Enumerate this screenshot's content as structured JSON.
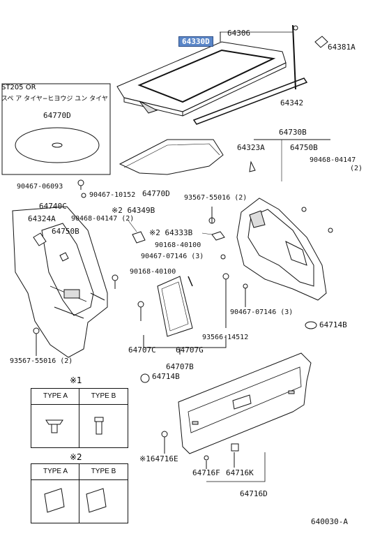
{
  "labels": {
    "p64306": "64306",
    "p64330D": "64330D",
    "p64381A": "64381A",
    "p64342": "64342",
    "p64770D_a": "64770D",
    "p64770D_b": "64770D",
    "p90467_06093": "90467-06093",
    "p90467_10152": "90467-10152",
    "p64740C": "64740C",
    "p64324A": "64324A",
    "p90468_04147_2a": "90468-04147 (2)",
    "p64750B_a": "64750B",
    "p64349B": "※2 64349B",
    "p64333B": "※2 64333B",
    "p90168_40100_a": "90168-40100",
    "p90467_07146_3a": "90467-07146 (3)",
    "p90168_40100_b": "90168-40100",
    "p93567_55016_2a": "93567-55016 (2)",
    "p64730B": "64730B",
    "p64323A": "64323A",
    "p64750B_b": "64750B",
    "p90468_04147_2b_1": "90468-04147",
    "p90468_04147_2b_2": "(2)",
    "p90467_07146_3b": "90467-07146 (3)",
    "p64714B_a": "64714B",
    "p93567_55016_2b": "93567-55016 (2)",
    "p64707C": "64707C",
    "p64707G": "64707G",
    "p93566_14512": "93566-14512",
    "p64707B": "64707B",
    "p64714B_b": "64714B",
    "p164716E": "※164716E",
    "p64716F": "64716F",
    "p64716K": "64716K",
    "p64716D": "64716D",
    "diagram_code": "640030-A"
  },
  "notes": {
    "st205_line1": "ST205 OR",
    "st205_line2": "スペ ア タイヤ−ヒヨウジ ユン タイヤ"
  },
  "type_tables": {
    "mark1": "※1",
    "mark2": "※2",
    "type_a": "TYPE A",
    "type_b": "TYPE B"
  }
}
